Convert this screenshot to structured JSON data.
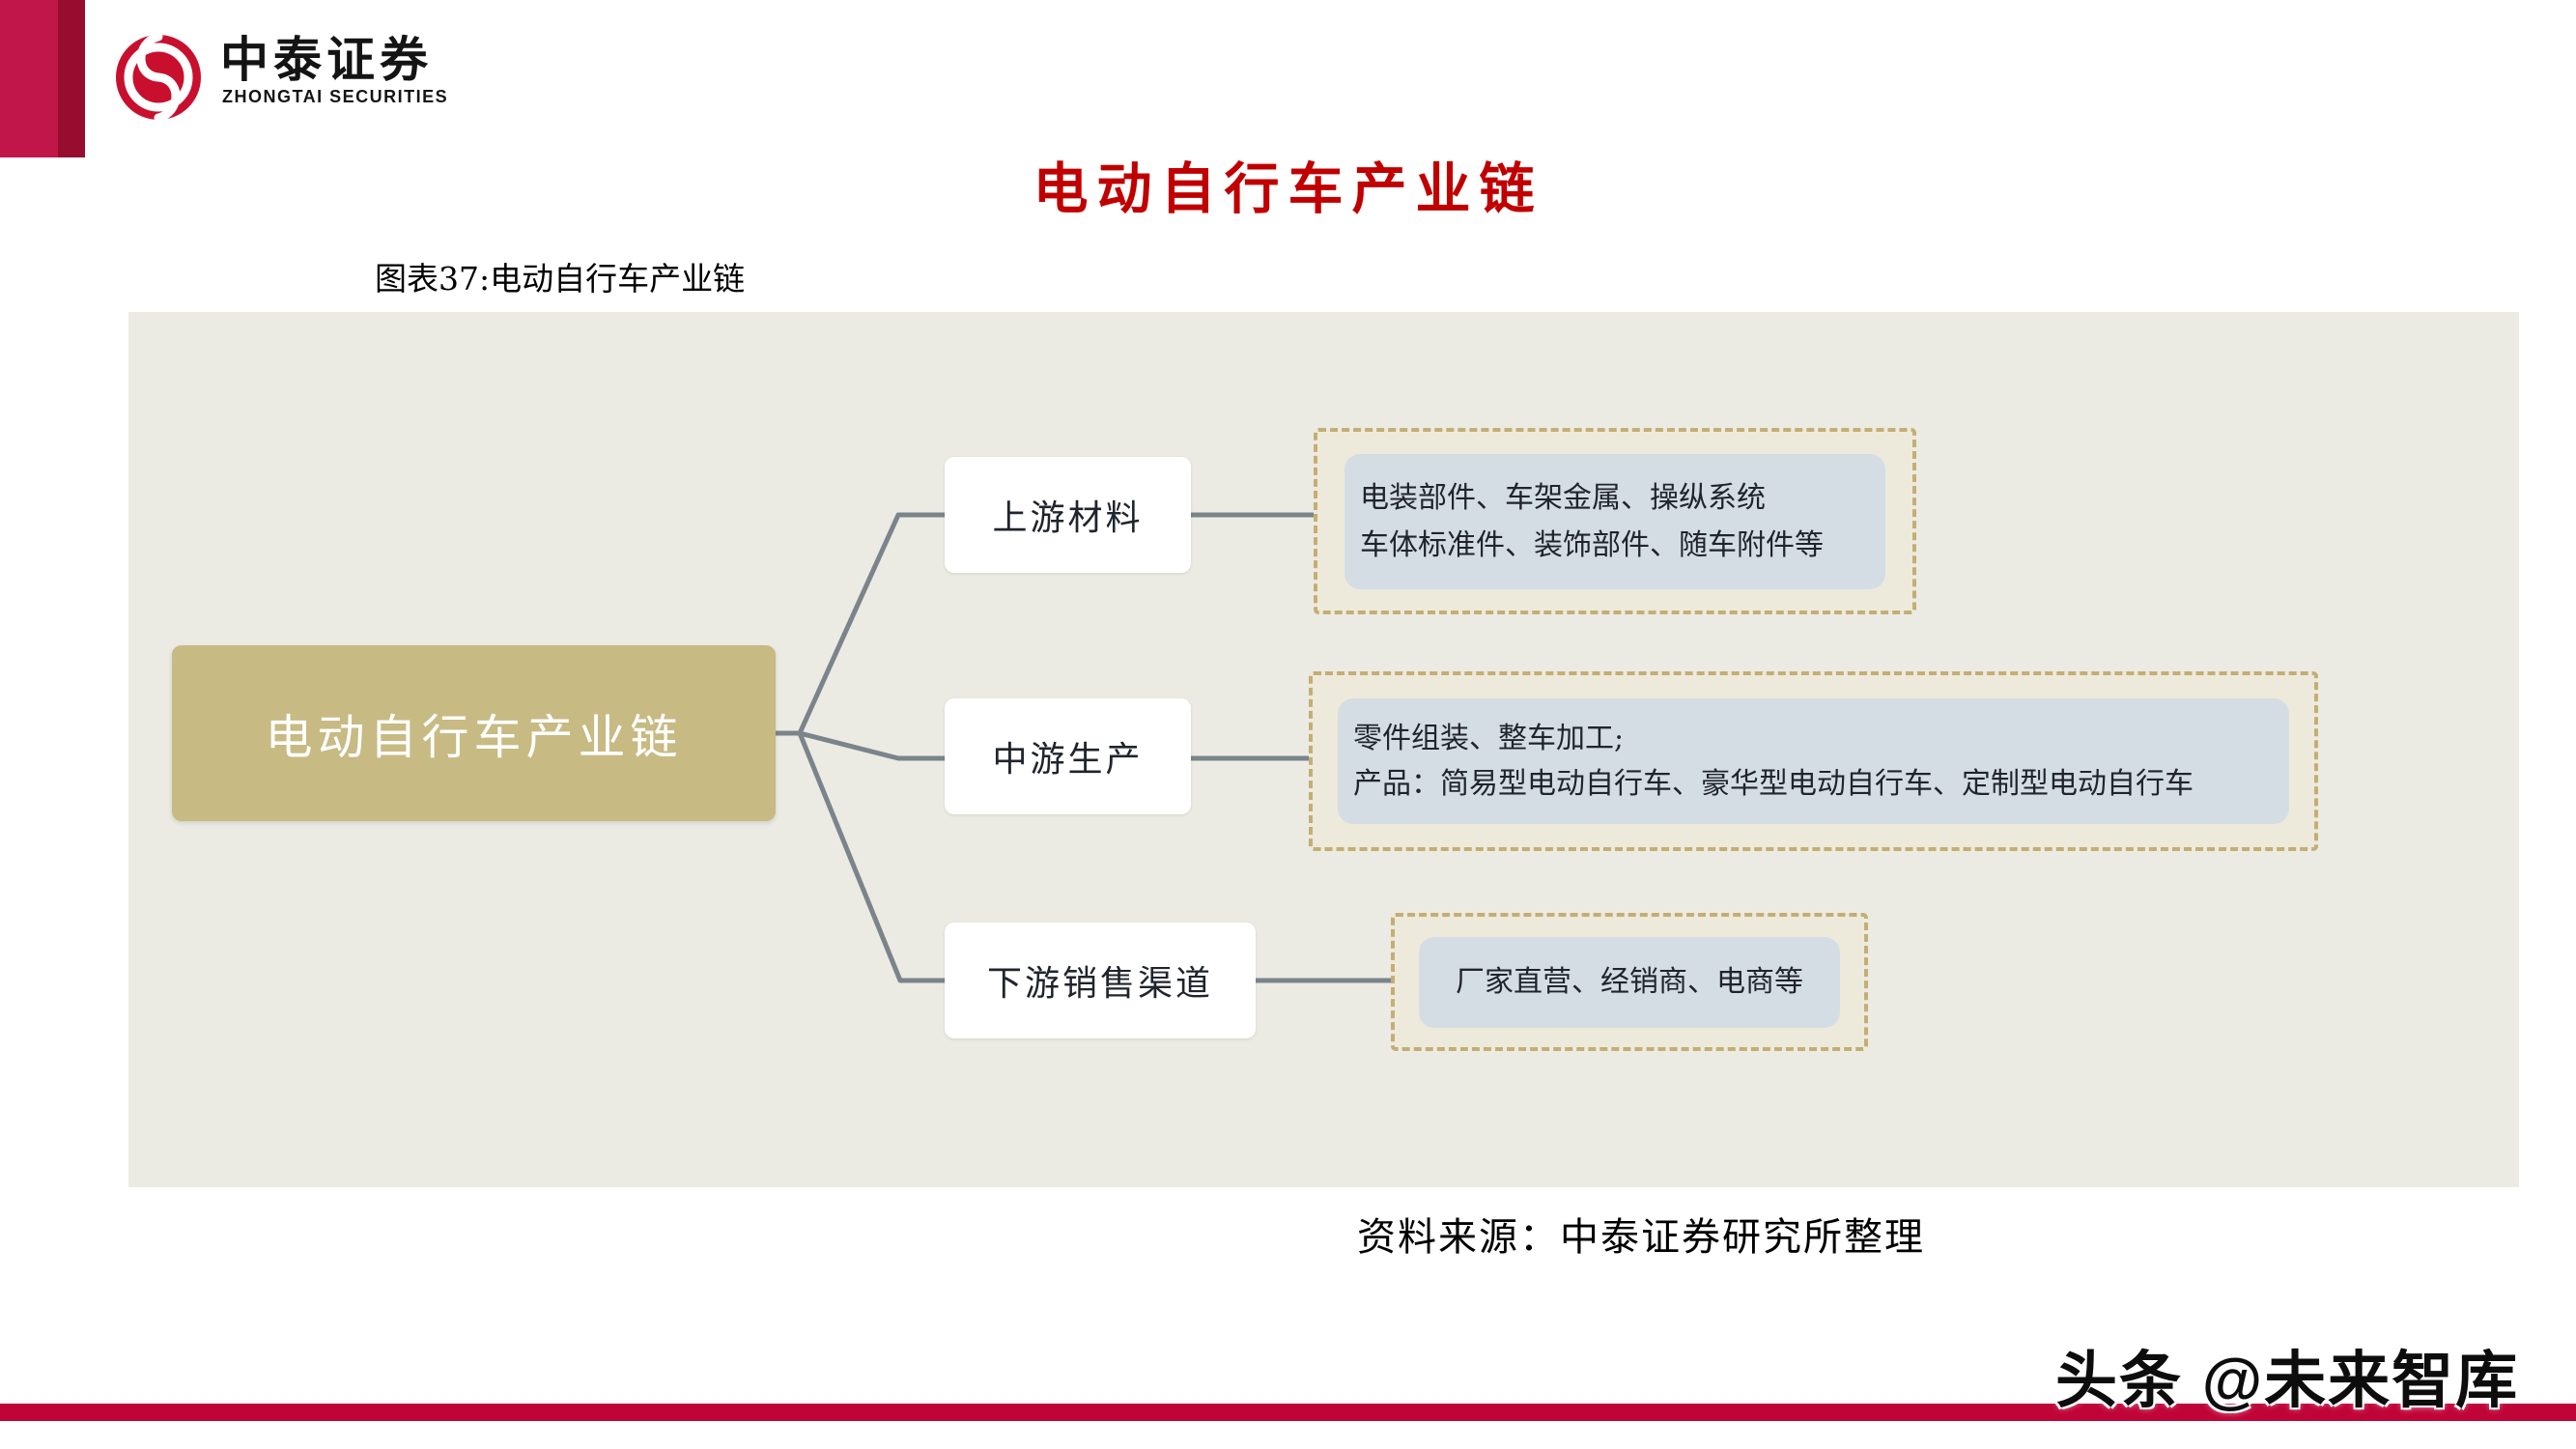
{
  "brand": {
    "logo_icon": "zhongtai-swirl-logo",
    "logo_text": "中泰证券",
    "logo_subtext": "ZHONGTAI SECURITIES"
  },
  "title": "电动自行车产业链",
  "figure_caption": "图表37:电动自行车产业链",
  "diagram": {
    "root": "电动自行车产业链",
    "branches": [
      {
        "node": "上游材料",
        "lines": [
          "电装部件、车架金属、操纵系统",
          "车体标准件、装饰部件、随车附件等"
        ]
      },
      {
        "node": "中游生产",
        "lines": [
          "零件组装、整车加工;",
          "产品：简易型电动自行车、豪华型电动自行车、定制型电动自行车"
        ]
      },
      {
        "node": "下游销售渠道",
        "lines": [
          "厂家直营、经销商、电商等"
        ]
      }
    ]
  },
  "source": "资料来源：中泰证券研究所整理",
  "watermark": "头条 @未来智库",
  "colors": {
    "title_red": "#c00000",
    "brand_red": "#c8102e",
    "corner_bar_light": "#c0164a",
    "corner_bar_dark": "#970c2f",
    "panel_bg": "#ebebe3",
    "root_box": "#c7ba83",
    "detail_border": "#c3ae74",
    "detail_bg": "#edeadc",
    "detail_inner": "#d5dde4",
    "connector_gray": "#7b848b",
    "bottom_rule": "#c00438"
  }
}
